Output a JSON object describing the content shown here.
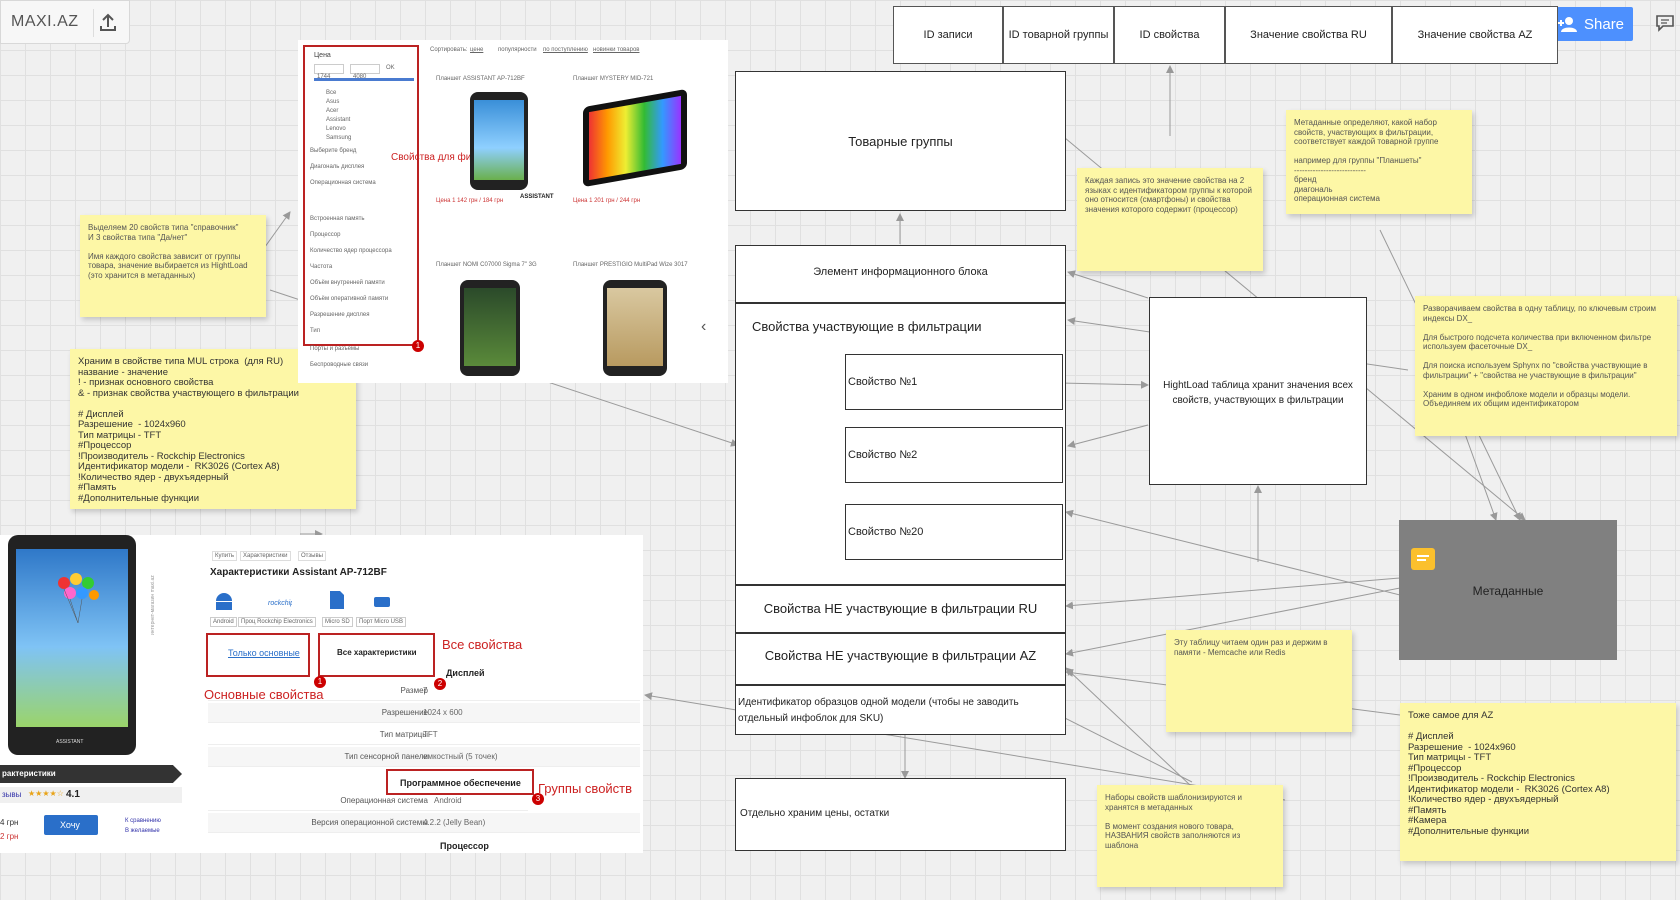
{
  "app": {
    "title": "MAXI.AZ",
    "share_label": "Share"
  },
  "header_cells": [
    "ID записи",
    "ID товарной группы",
    "ID свойства",
    "Значение свойства RU",
    "Значение свойства AZ"
  ],
  "boxes": {
    "product_groups": "Товарные группы",
    "info_element": "Элемент информационного блока",
    "filter_props": "Свойства участвующие в фильтрации",
    "prop1": "Свойство №1",
    "prop2": "Свойство №2",
    "prop20": "Свойство №20",
    "non_filter_ru": "Свойства НЕ участвующие в фильтрации RU",
    "non_filter_az": "Свойства НЕ участвующие в фильтрации AZ",
    "sample_id": "Идентификатор образцов одной модели (чтобы не заводить отдельный инфоблок для SKU)",
    "prices": "Отдельно храним цены, остатки",
    "hightload": "HightLoad таблица хранит значения всех свойств, участвующих в фильтрации",
    "metadata": "Метаданные"
  },
  "stickies": {
    "s1": "Выделяем 20 свойств типа \"справочник\"\nИ 3 свойства типа \"Да/нет\"\n\nИмя каждого свойства зависит от группы товара, значение выбирается из HightLoad (это хранится в метаданных)",
    "s2": "Храним в свойстве типа MUL строка  (для RU)\nназвание - значение\n! - признак основного свойства\n& - признак свойства участвующего в фильтрации\n\n# Дисплей\nРазрешение  - 1024х960\nТип матрицы - TFT\n#Процессор\n!Производитель - Rockchip Electronics\nИдентификатор модели -  RK3026 (Cortex A8)\n!Количество ядер - двухъядерный\n#Память\n#Дополнительные функции",
    "s3": "Каждая запись это значение свойства на 2 языках с идентификатором группы к которой оно относится (смартфоны) и свойства значения которого содержит (процессор)",
    "s4": "Метаданные определяют, какой набор свойств, участвующих в фильтрации, соответствует каждой товарной группе\n\nнапример для группы \"Планшеты\"\n---------------------------\nбренд\nдиагональ\nоперационная система",
    "s5": "Разворачиваем свойства в одну таблицу, по ключевым строим индексы DX_\n\nДля быстрого подсчета количества при включенном фильтре используем фасеточные DX_\n\nДля поиска используем Sphynx по \"свойства участвующие в фильтрации\" + \"свойства не участвующие в фильтрации\"\n\nХраним в одном инфоблоке модели и образцы модели. Объединяем их общим идентификатором",
    "s6": "Эту таблицу читаем один раз и держим в памяти - Memcache или Redis",
    "s7": "Наборы свойств шаблонизируются и хранятся в метаданных\n\nВ момент создания нового товара, НАЗВАНИЯ свойств заполняются из шаблона",
    "s8": "Тоже самое для AZ\n\n# Дисплей\nРазрешение  - 1024х960\nТип матрицы - TFT\n#Процессор\n!Производитель - Rockchip Electronics\nИдентификатор модели -  RK3026 (Cortex A8)\n!Количество ядер - двухъядерный\n#Память\n#Камера\n#Дополнительные функции"
  },
  "catalog_shot": {
    "filter_label": "Свойства для фильтров",
    "badge": "1",
    "filter_title": "Цена",
    "filter_min": "1744",
    "filter_max": "4080",
    "filter_go": "OK",
    "brands": [
      "Все",
      "Asus",
      "Acer",
      "Assistant",
      "Lenovo",
      "Samsung"
    ],
    "filter_groups": [
      "Выберите бренд",
      "Диагональ дисплея",
      "Операционная система",
      "Встроенная память",
      "Процессор",
      "Количество ядер процессора",
      "Частота",
      "Объём внутренней памяти",
      "Объём оперативной памяти",
      "Разрешение дисплея",
      "Тип",
      "Порты и разъёмы",
      "Беспроводные связи"
    ],
    "sort_label": "Сортировать:",
    "sort_opts": [
      "цене",
      "популярности",
      "по поступлению",
      "новинки товаров"
    ],
    "products": [
      {
        "name": "Планшет ASSISTANT AP-712BF",
        "price": "Цена 1 142 грн / 184 грн"
      },
      {
        "name": "Планшет MYSTERY MID-721",
        "price": "Цена 1 201 грн / 244 грн"
      },
      {
        "name": "Планшет NOMI C07000 Sigma 7\" 3G",
        "price": ""
      },
      {
        "name": "Планшет PRESTIGIO MultiPad Wize 3017",
        "price": ""
      }
    ],
    "brand_logo": "ASSISTANT",
    "nav_prev": "‹"
  },
  "detail_shot": {
    "breadcrumbs": [
      "Купить",
      "Характеристики",
      "Отзывы"
    ],
    "title": "Характеристики Assistant AP-712BF",
    "icons": [
      "Android",
      "Проц Rockchip Electronics",
      "Micro SD",
      "Порт Micro USB"
    ],
    "btn_main": "Только основные",
    "btn_all": "Все характеристики",
    "lbl_all": "Все свойства",
    "lbl_main": "Основные свойства",
    "lbl_groups": "Группы свойств",
    "badge1": "1",
    "badge2": "2",
    "badge3": "3",
    "group_display": "Дисплей",
    "rows": [
      {
        "k": "Размер",
        "v": "7"
      },
      {
        "k": "Разрешение",
        "v": "1024 x 600"
      },
      {
        "k": "Тип матрицы",
        "v": "TFT"
      },
      {
        "k": "Тип сенсорной панели",
        "v": "емкостный (5 точек)"
      }
    ],
    "group_software": "Программное обеспечение",
    "rows2": [
      {
        "k": "Операционная система",
        "v": "Android"
      },
      {
        "k": "Версия операционной системы",
        "v": "4.2.2 (Jelly Bean)"
      }
    ],
    "group_processor": "Процессор",
    "tab_chars": "рактеристики",
    "rating_label": "зывы",
    "rating": "4.1",
    "stars": "★★★★☆",
    "buy_btn": "Хочу",
    "price_frag1": "4 грн",
    "price_frag2": "2 грн",
    "side_link1": "К сравнению",
    "side_link2": "В желаемые",
    "side_vertical": "интернет-магазин maxi.az",
    "tablet_brand": "ASSISTANT"
  }
}
